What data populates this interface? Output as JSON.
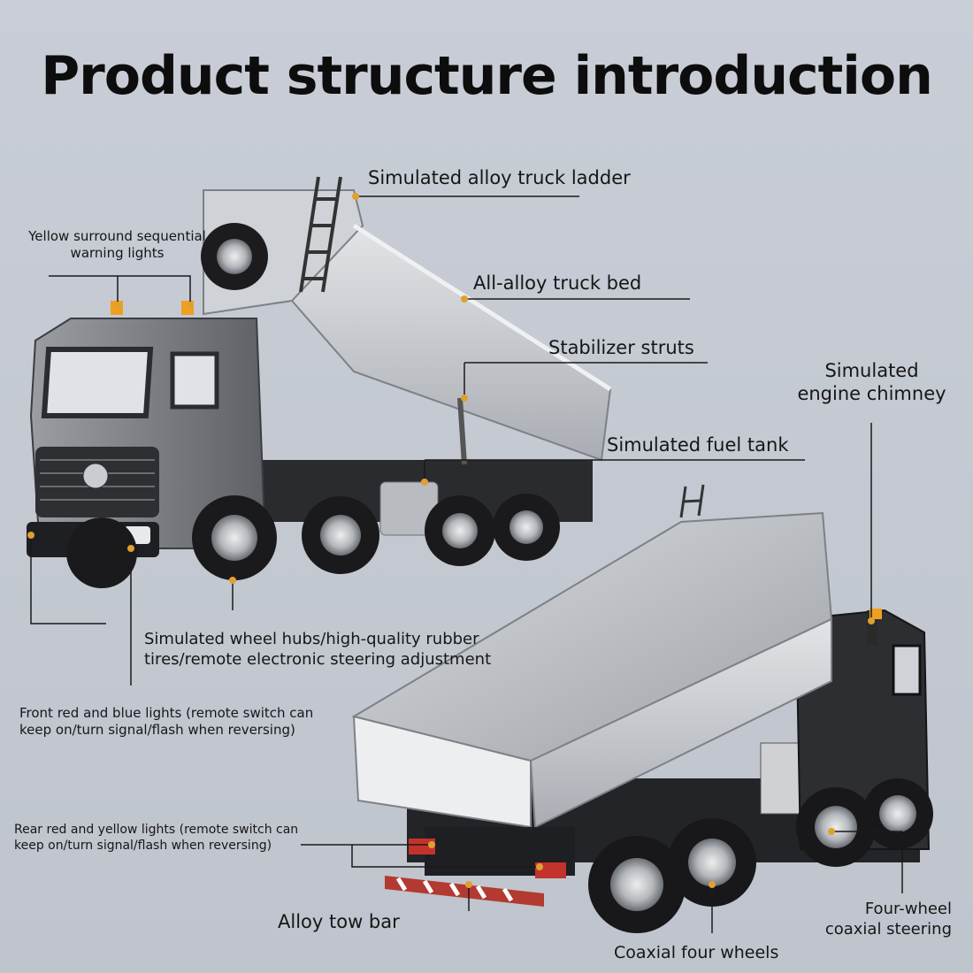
{
  "title": "Product structure introduction",
  "colors": {
    "background": "#c4c9d2",
    "text": "#141414",
    "leader_line": "#1a1a1a",
    "truck_silver": "#c9ccd0",
    "cab_grey": "#7a7d82",
    "warning_amber": "#f0a020"
  },
  "callouts": {
    "ladder": "Simulated alloy truck ladder",
    "warning_lights_line1": "Yellow surround sequential",
    "warning_lights_line2": "warning lights",
    "truck_bed": "All-alloy truck bed",
    "struts": "Stabilizer struts",
    "chimney_line1": "Simulated",
    "chimney_line2": "engine chimney",
    "fuel_tank": "Simulated fuel tank",
    "wheels_line1": "Simulated wheel hubs/high-quality rubber",
    "wheels_line2": "tires/remote electronic steering adjustment",
    "front_lights_line1": "Front red and blue lights (remote switch can",
    "front_lights_line2": "keep on/turn signal/flash when reversing)",
    "rear_lights_line1": "Rear red and yellow lights (remote switch can",
    "rear_lights_line2": "keep on/turn signal/flash when reversing)",
    "tow_bar": "Alloy tow bar",
    "coaxial_wheels": "Coaxial four wheels",
    "steering_line1": "Four-wheel",
    "steering_line2": "coaxial steering"
  }
}
